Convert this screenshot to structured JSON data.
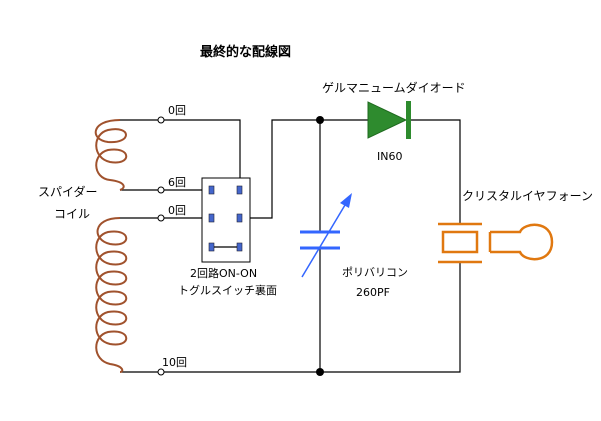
{
  "title": "最終的な配線図",
  "labels": {
    "diode": "ゲルマニュームダイオード",
    "diode_part": "IN60",
    "earphone": "クリスタルイヤフォーン",
    "coil_line1": "スパイダー",
    "coil_line2": "コイル",
    "switch_line1": "2回路ON-ON",
    "switch_line2": "トグルスイッチ裏面",
    "capacitor_line1": "ポリバリコン",
    "capacitor_line2": "260PF",
    "tap_0_top": "0回",
    "tap_6": "6回",
    "tap_0_mid": "0回",
    "tap_10": "10回"
  },
  "colors": {
    "wire": "#000000",
    "coil": "#a0522d",
    "diode": "#2e8b2e",
    "capacitor": "#3366ff",
    "earphone": "#e07810",
    "switch_terminal": "#4466cc"
  }
}
